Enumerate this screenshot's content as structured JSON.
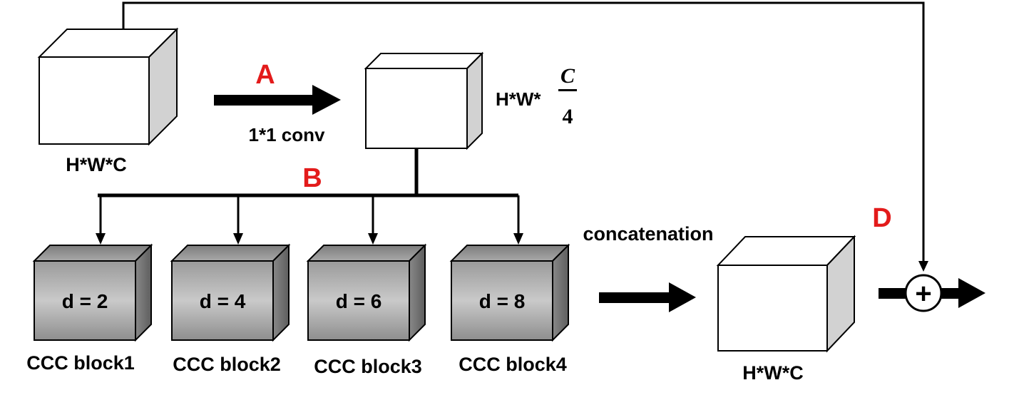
{
  "input_block": {
    "label": "H*W*C"
  },
  "step_a": {
    "letter": "A",
    "operation": "1*1 conv"
  },
  "reduced_block": {
    "label_prefix": "H*W*",
    "numerator": "C",
    "denominator": "4"
  },
  "step_b": {
    "letter": "B"
  },
  "ccc_blocks": [
    {
      "dilation": "d = 2",
      "name": "CCC block1"
    },
    {
      "dilation": "d = 4",
      "name": "CCC block2"
    },
    {
      "dilation": "d = 6",
      "name": "CCC block3"
    },
    {
      "dilation": "d = 8",
      "name": "CCC block4"
    }
  ],
  "concat": {
    "label": "concatenation"
  },
  "output_block": {
    "label": "H*W*C"
  },
  "step_d": {
    "letter": "D",
    "operator": "+"
  },
  "colors": {
    "accent_red": "#e31b1b",
    "ccc_face": "#a6a6a6",
    "white_side": "#d0d0d0"
  }
}
